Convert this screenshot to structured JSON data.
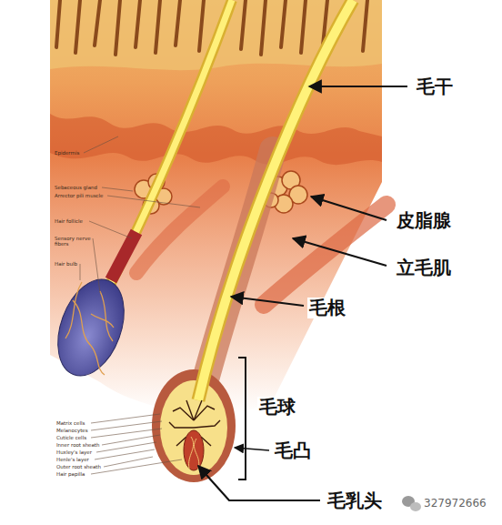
{
  "diagram": {
    "labels": [
      "毛干",
      "皮脂腺",
      "立毛肌",
      "毛根",
      "毛球",
      "毛凸",
      "毛乳头",
      "Epidermis",
      "Sebaceous gland",
      "Arrector pili muscle",
      "Hair follicle",
      "Sensory nerve fibers",
      "Hair bulb",
      "Matrix cells",
      "Melanocytes",
      "Cuticle cells",
      "Inner root sheath",
      "Huxley's layer",
      "Henle's layer",
      "Outer root sheath",
      "Hair papilla",
      "327972666"
    ]
  }
}
